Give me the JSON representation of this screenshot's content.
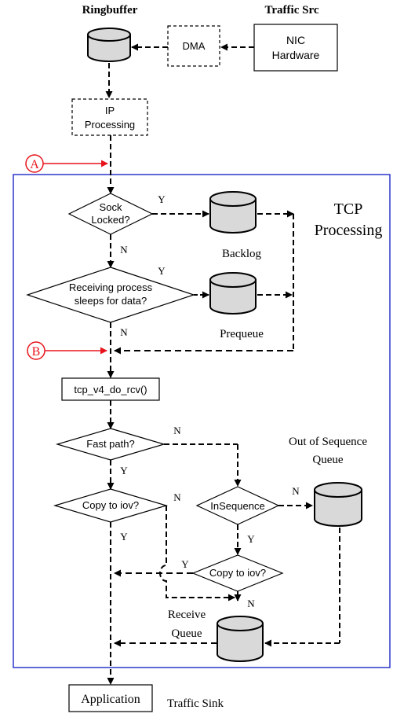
{
  "labels": {
    "ringbuffer": "Ringbuffer",
    "traffic_src": "Traffic Src",
    "dma": "DMA",
    "nic_line1": "NIC",
    "nic_line2": "Hardware",
    "ip_line1": "IP",
    "ip_line2": "Processing",
    "marker_a": "A",
    "marker_b": "B",
    "tcp_line1": "TCP",
    "tcp_line2": "Processing",
    "sock_line1": "Sock",
    "sock_line2": "Locked?",
    "backlog": "Backlog",
    "recv_line1": "Receiving process",
    "recv_line2": "sleeps for data?",
    "prequeue": "Prequeue",
    "tcp_rcv": "tcp_v4_do_rcv()",
    "fast_path": "Fast path?",
    "ooo_line1": "Out of Sequence",
    "ooo_line2": "Queue",
    "copy_iov": "Copy to iov?",
    "insequence": "InSequence",
    "copy_iov2": "Copy to iov?",
    "receive_line1": "Receive",
    "receive_line2": "Queue",
    "application": "Application",
    "traffic_sink": "Traffic Sink",
    "y": "Y",
    "n": "N"
  },
  "colors": {
    "tcp_box": "#2a37c9",
    "marker": "#e8141b",
    "line": "#000000",
    "cylinder_fill": "#d9d9d9"
  }
}
